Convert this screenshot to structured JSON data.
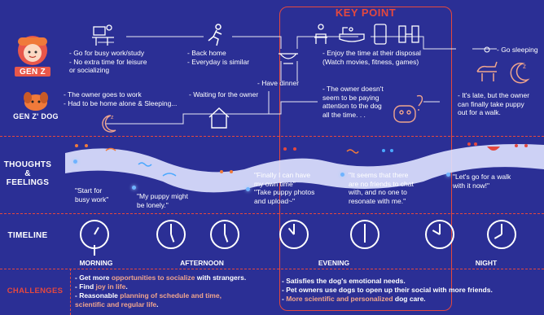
{
  "key_point": "KEY POINT",
  "rows": {
    "gen_z": "GEN Z",
    "gen_z_dog": "GEN Z' DOG",
    "thoughts": "THOUGHTS\n&\nFEELINGS",
    "timeline": "TIMELINE",
    "challenges": "CHALLENGES"
  },
  "genz": {
    "work": "- Go for busy work/study\n- No extra time for leisure\nor socializing",
    "home": "- Back home\n- Everyday is similar",
    "dinner": "- Have dinner",
    "disposal": "- Enjoy the time at their disposal\n(Watch movies, fitness, games)",
    "sleep": "- Go sleeping"
  },
  "dog": {
    "alone": "- The owner goes to work\n- Had to be home alone & Sleeping...",
    "waiting": "- Waiting for the owner",
    "attention": "- The owner doesn't\nseem to be paying\nattention to the dog\nall the time. . .",
    "late": "- It's late, but the owner\ncan finally take puppy\nout for a walk."
  },
  "thoughts": {
    "t1": "\"Start for\nbusy work\"",
    "t2": "\"My puppy might\nbe lonely.\"",
    "t3": "\"Finally I can have\nmy own time\"\n\"Take puppy photos\nand upload~\"",
    "t4": "\"It seems that there\nare no friends to chat\nwith, and no one to\nresonate with me.\"",
    "t5": "\"Let's go for a walk\nwith it now!\""
  },
  "timeline": {
    "morning": "MORNING",
    "afternoon": "AFTERNOON",
    "evening": "EVENING",
    "night": "NIGHT"
  },
  "challenges": {
    "c1_pre": "- Get more ",
    "c1_hi": "opportunities to socialize",
    "c1_post": " with strangers.",
    "c2_pre": "- Find ",
    "c2_hi": "joy in life",
    "c2_post": ".",
    "c3_pre": "- Reasonable ",
    "c3_hi": "planning of schedule and time,\nscientific and regular life",
    "c3_post": ".",
    "c4": "- Satisfies the dog's emotional needs.",
    "c5": "- Pet owners use dogs to open up their social with more friends.",
    "c6_pre": "- ",
    "c6_hi": "More scientific and personalized",
    "c6_post": " dog care."
  },
  "colors": {
    "background": "#2b2f95",
    "accent_red": "#e5483e",
    "highlight": "#f0a58d",
    "face_orange": "#f07a3a"
  },
  "icons": [
    "laptop-desk-icon",
    "running-person-icon",
    "dinner-icon",
    "reading-icon",
    "bathtub-icon",
    "phone-icon",
    "fitness-icon",
    "sleep-moon-icon",
    "dog-walk-icon",
    "house-icon",
    "sleeping-dog-icon",
    "confused-dog-icon"
  ]
}
